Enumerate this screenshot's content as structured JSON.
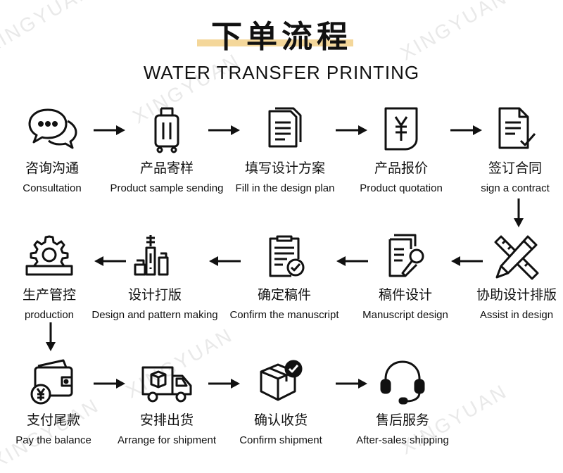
{
  "header": {
    "title_cn": "下单流程",
    "title_en": "WATER TRANSFER PRINTING",
    "watermark": "XINGYUAN"
  },
  "steps": [
    {
      "cn": "咨询沟通",
      "en": "Consultation",
      "icon": "chat-bubbles-icon"
    },
    {
      "cn": "产品寄样",
      "en": "Product sample sending",
      "icon": "luggage-icon"
    },
    {
      "cn": "填写设计方案",
      "en": "Fill in the design plan",
      "icon": "documents-icon"
    },
    {
      "cn": "产品报价",
      "en": "Product quotation",
      "icon": "yuan-document-icon"
    },
    {
      "cn": "签订合同",
      "en": "sign a contract",
      "icon": "contract-check-icon"
    },
    {
      "cn": "协助设计排版",
      "en": "Assist in design",
      "icon": "ruler-pencil-icon"
    },
    {
      "cn": "稿件设计",
      "en": "Manuscript design",
      "icon": "document-microphone-icon"
    },
    {
      "cn": "确定稿件",
      "en": "Confirm the manuscript",
      "icon": "clipboard-check-icon"
    },
    {
      "cn": "设计打版",
      "en": "Design and pattern making",
      "icon": "bottles-icon"
    },
    {
      "cn": "生产管控",
      "en": "production",
      "icon": "gear-tray-icon"
    },
    {
      "cn": "支付尾款",
      "en": "Pay the balance",
      "icon": "wallet-yuan-icon"
    },
    {
      "cn": "安排出货",
      "en": "Arrange for shipment",
      "icon": "delivery-truck-icon"
    },
    {
      "cn": "确认收货",
      "en": "Confirm shipment",
      "icon": "box-check-icon"
    },
    {
      "cn": "售后服务",
      "en": "After-sales shipping",
      "icon": "headset-icon"
    }
  ]
}
